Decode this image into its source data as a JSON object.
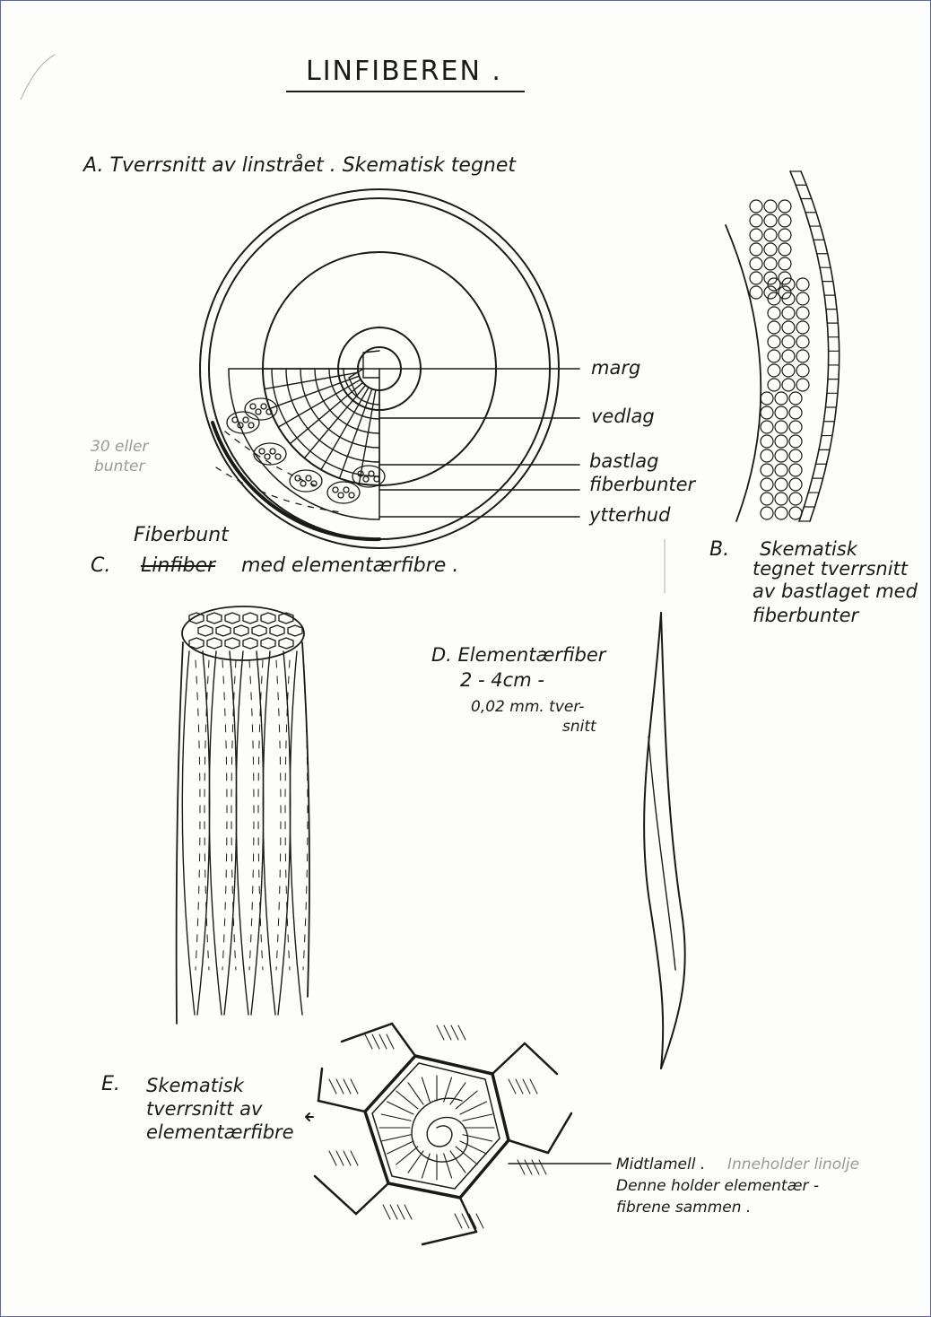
{
  "title": "LINFIBEREN .",
  "section_a": {
    "caption": "A. Tverrsnitt av linstrået . Skematisk tegnet",
    "labels": [
      "marg",
      "vedlag",
      "bastlag",
      "fiberbunter",
      "ytterhud"
    ]
  },
  "section_b": {
    "caption_letter": "B.",
    "caption_lines": [
      "Skematisk",
      "tegnet tverrsnitt",
      "av bastlaget med",
      "fiberbunter"
    ]
  },
  "section_c": {
    "handwritten_correction": "Fiberbunt",
    "letter": "C.",
    "struck_word": "Linfiber",
    "caption_rest": "med elementærfibre ."
  },
  "section_d": {
    "caption": "D. Elementærfiber",
    "note_lines": [
      "2 - 4cm -",
      "0,02 mm. tver-",
      "snitt"
    ]
  },
  "section_e": {
    "letter": "E.",
    "caption_lines": [
      "Skematisk",
      "tverrsnitt av",
      "elementærfibre"
    ],
    "note_line1": "Midtlamell .",
    "note_faint": "Inneholder linolje",
    "note_lines": [
      "Denne holder elementær -",
      "fibrene sammen ."
    ]
  },
  "margin_note": [
    "30 eller",
    "bunter"
  ],
  "colors": {
    "ink": "#1a1a1a",
    "paper": "#fdfdfb",
    "frame": "#5b66b0",
    "pencil": "#9a9a9a"
  }
}
